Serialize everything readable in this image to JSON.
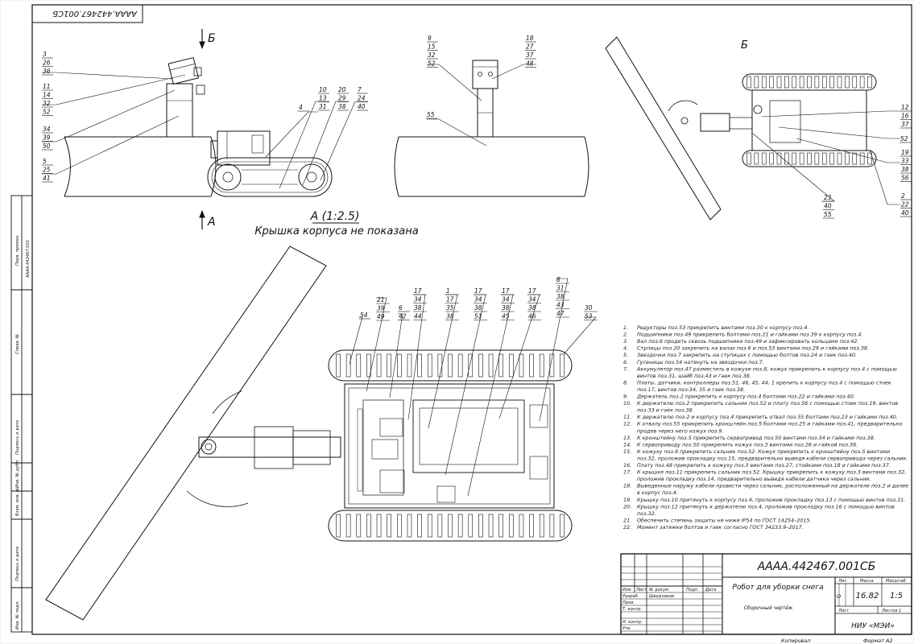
{
  "sheet": {
    "code": "АААА.442467.001СБ",
    "code_mirrored": "АААА.442467.001СБ",
    "view_arrow_b": "Б",
    "view_arrow_a": "А",
    "view_b_label": "Б",
    "section_a_title": "А (1:2.5)",
    "section_a_subtitle": "Крышка корпуса не показана",
    "copied": "Копировал",
    "format": "Формат А2"
  },
  "callouts": {
    "g1": [
      "3",
      "26",
      "36"
    ],
    "g2": [
      "11",
      "14",
      "32",
      "52"
    ],
    "g3": [
      "34",
      "39",
      "50"
    ],
    "g4": [
      "5",
      "25",
      "41"
    ],
    "single_4": "4",
    "g5": [
      "10",
      "13",
      "31"
    ],
    "g6": [
      "20",
      "29",
      "38"
    ],
    "g7": [
      "7",
      "24",
      "40"
    ],
    "g8": [
      "9",
      "15",
      "32",
      "52"
    ],
    "g9": [
      "18",
      "27",
      "37",
      "48"
    ],
    "single_55": "55",
    "g10": [
      "12",
      "16",
      "37"
    ],
    "single_52": "52",
    "g11": [
      "19",
      "33",
      "38",
      "56"
    ],
    "g12": [
      "23",
      "40",
      "55"
    ],
    "g13": [
      "2",
      "22",
      "40"
    ],
    "single_54": "54",
    "g14": [
      "21",
      "39",
      "49"
    ],
    "g15": [
      "6",
      "42"
    ],
    "g16": [
      "17",
      "34",
      "38",
      "44"
    ],
    "g17": [
      "1",
      "17",
      "35",
      "38"
    ],
    "g18": [
      "17",
      "34",
      "38",
      "51"
    ],
    "g19": [
      "17",
      "34",
      "38",
      "45"
    ],
    "g20": [
      "17",
      "34",
      "38",
      "46"
    ],
    "g21": [
      "8",
      "31",
      "38",
      "43",
      "47"
    ],
    "g22": [
      "30",
      "53"
    ]
  },
  "notes": [
    {
      "n": "1.",
      "lines": [
        "Редукторы поз.53 прикрепить винтами поз.30 к корпусу поз.4."
      ]
    },
    {
      "n": "2.",
      "lines": [
        "Подшипники поз.49 прикрепить болтами поз.21 и гайками поз.39 к корпусу поз.4."
      ]
    },
    {
      "n": "3.",
      "lines": [
        "Вал поз.6 продеть сквозь подшипники поз.49 и зафиксировать кольцами поз.42."
      ]
    },
    {
      "n": "4.",
      "lines": [
        "Ступицы поз.20 закрепить на валах поз.6 и поз.53 винтами поз.29 и гайками поз.38."
      ]
    },
    {
      "n": "5.",
      "lines": [
        "Звездочки поз.7 закрепить на ступицах с помощью болтов поз.24 и гаек поз.40."
      ]
    },
    {
      "n": "6.",
      "lines": [
        "Гусеницы поз.54 натянуть на звездочки поз.7."
      ]
    },
    {
      "n": "7.",
      "lines": [
        "Аккумулятор поз.47 разместить в кожухе поз.8, кожух прикрепить к корпусу поз.4 с помощью",
        "винтов поз.31, шайб поз.43 и гаек поз.38."
      ]
    },
    {
      "n": "8.",
      "lines": [
        "Платы, датчики, контроллеры поз.51, 46, 45, 44, 1 крепить к корпусу поз.4 с помощью стоек",
        "поз.17, винтов поз.34, 35 и гаек поз.38."
      ]
    },
    {
      "n": "9.",
      "lines": [
        "Держатель поз.2 прикрепить к корпусу поз.4 болтами поз.22 и гайками поз.40."
      ]
    },
    {
      "n": "10.",
      "lines": [
        "К держателю поз.2 прикрепить сальник поз.52 и плату поз.56 с помощью стоек поз.19, винтов",
        "поз.33 и гаек поз.38."
      ]
    },
    {
      "n": "11.",
      "lines": [
        "К держателю поз.2 и корпусу поз.4 прикрепить отвал поз.55 болтами поз.23 и гайками поз.40."
      ]
    },
    {
      "n": "12.",
      "lines": [
        "К отвалу поз.55 прикрепить кронштейн поз.5 болтами поз.25 и гайками поз.41, предварительно",
        "продев через него кожух поз.9."
      ]
    },
    {
      "n": "13.",
      "lines": [
        "К кронштейну поз.5 прикрепить сервопривод поз.50 винтами поз.34 и гайками поз.38."
      ]
    },
    {
      "n": "14.",
      "lines": [
        "К сервоприводу поз.50 прикрепить кожух поз.3 винтами поз.26 и гайкой поз.36."
      ]
    },
    {
      "n": "15.",
      "lines": [
        "К кожуху поз.9 прикрепить сальник поз.52. Кожух прикрепить к кронштейну поз.5 винтами",
        "поз.32, проложив прокладку поз.15, предварительно выведя кабели сервопривода через сальник."
      ]
    },
    {
      "n": "16.",
      "lines": [
        "Плату поз.48 прикрепить к кожуху поз.3 винтами поз.27, стойками поз.18 и гайками поз.37."
      ]
    },
    {
      "n": "17.",
      "lines": [
        "К крышке поз.11 прикрепить сальник поз.52. Крышку прикрепить к кожуху поз.3 винтами поз.32,",
        "проложив прокладку поз.14, предварительно выведя кабели датчика через сальник."
      ]
    },
    {
      "n": "18.",
      "lines": [
        "Выведенные наружу кабели провести через сальник, расположенный на держателе поз.2 и далее",
        "в корпус поз.4."
      ]
    },
    {
      "n": "19.",
      "lines": [
        "Крышку поз.10 притянуть к корпусу поз.4, проложив прокладку поз.13 с помощью винтов поз.31."
      ]
    },
    {
      "n": "20.",
      "lines": [
        "Крышку поз.12 притянуть к держателю поз.4, проложив прокладку поз.16 с помощью винтов",
        "поз.32."
      ]
    },
    {
      "n": "21.",
      "lines": [
        "Обеспечить степень защиты не ниже IP54 по ГОСТ 14254–2015."
      ]
    },
    {
      "n": "22.",
      "lines": [
        "Момент затяжки болтов и гаек согласно ГОСТ 34233.9–2017."
      ]
    }
  ],
  "title_block": {
    "code": "АААА.442467.001СБ",
    "name": "Робот для уборки снега",
    "doc_type": "Сборочный чертёж",
    "col_lit": "Лит.",
    "col_mass": "Масса",
    "col_scale": "Масштаб",
    "lit_value": "О",
    "mass_value": "16.82",
    "scale_value": "1:5",
    "sheet_label": "Лист",
    "sheets_label": "Листов 1",
    "organization": "НИУ «МЭИ»",
    "hdr_izm": "Изм.",
    "hdr_list": "Лист",
    "hdr_ndoc": "№ докум.",
    "hdr_podp": "Подп.",
    "hdr_date": "Дата",
    "role_razrab": "Разраб.",
    "name_razrab": "Шведчиков",
    "role_prov": "Пров.",
    "role_tkontr": "Т. контр.",
    "role_nkontr": "Н. контр.",
    "role_utv": "Утв."
  },
  "side_stamp": {
    "perv_primen": "Перв. примен.",
    "perv_value": "АААА.442467.001",
    "sprav": "Справ. №",
    "podp_data_1": "Подпись и дата",
    "inv_dubl": "Инв. № дубл.",
    "vzam_inv": "Взам. инв. №",
    "podp_data_2": "Подпись и дата",
    "inv_podl": "Инв. № подл."
  }
}
